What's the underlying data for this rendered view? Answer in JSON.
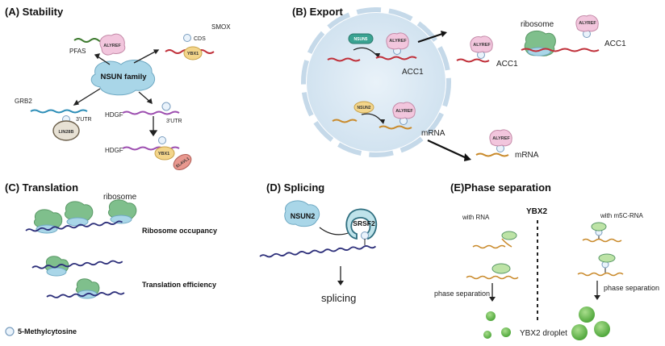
{
  "panels": {
    "stability": {
      "title": "(A) Stability",
      "center": "NSUN family",
      "labels": [
        "PFAS",
        "SMOX",
        "CDS",
        "GRB2",
        "3'UTR",
        "HDGF",
        "3'UTR",
        "HDGF"
      ],
      "proteins": [
        "ALYREF",
        "YBX1",
        "LIN28B",
        "YBX1",
        "ELAVL1"
      ]
    },
    "export": {
      "title": "(B) Export",
      "labels": [
        "ACC1",
        "ACC1",
        "ribosome",
        "ACC1",
        "mRNA",
        "mRNA"
      ],
      "proteins": [
        "NSUN5",
        "ALYREF",
        "ALYREF",
        "ALYREF",
        "NSUN2",
        "ALYREF",
        "ALYREF"
      ]
    },
    "translation": {
      "title": "(C) Translation",
      "ribosome": "ribosome",
      "occupancy": "Ribosome occupancy",
      "efficiency": "Translation efficiency"
    },
    "splicing": {
      "title": "(D) Splicing",
      "proteins": [
        "NSUN2",
        "SRSF2"
      ],
      "result": "splicing"
    },
    "phase": {
      "title": "(E)Phase separation",
      "ybx2": "YBX2",
      "with_rna": "with RNA",
      "with_m5c": "with m5C-RNA",
      "phase_left": "phase separation",
      "phase_right": "phase separation",
      "droplet": "YBX2 droplet"
    }
  },
  "legend": {
    "label": "5-Methylcytosine"
  },
  "colors": {
    "rna_red": "#c0303a",
    "rna_green": "#3e7a2f",
    "rna_blue": "#2f8fb8",
    "rna_purple": "#9d4fb0",
    "rna_navy": "#2d2f7a",
    "rna_gold": "#c98a2b",
    "protein_pink": "#f2c6dd",
    "protein_blue": "#a9d6e8",
    "protein_yellow": "#f3d58a",
    "ribosome_green": "#7fbf8c",
    "nucleus": "#dbe9f4"
  }
}
